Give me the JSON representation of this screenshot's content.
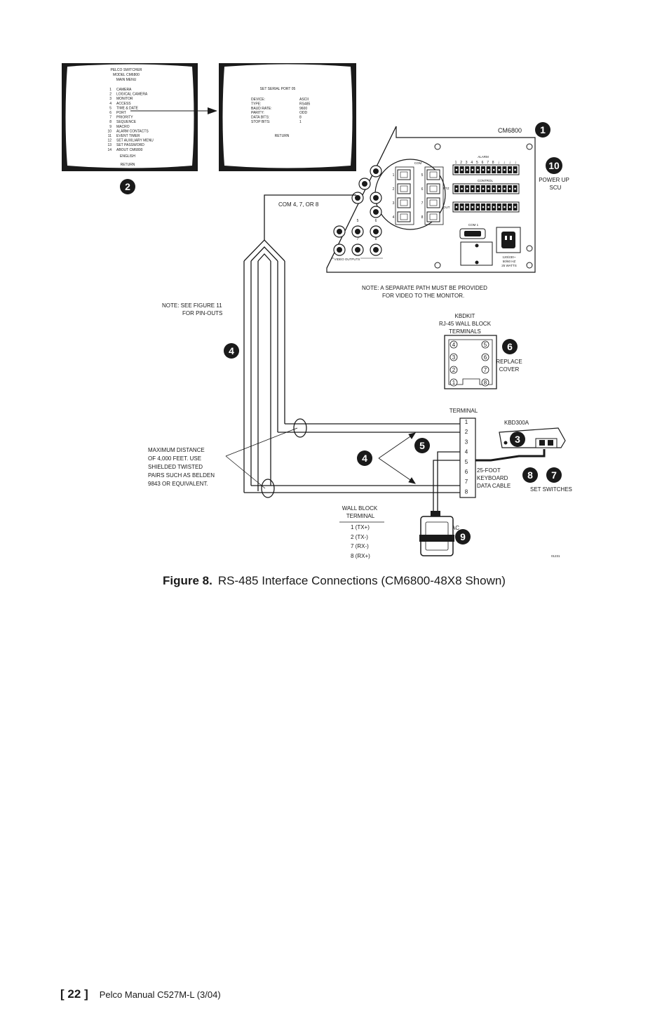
{
  "left_monitor": {
    "header": [
      "PELCO SWITCHER",
      "MODEL CM6800",
      "MAIN MENU"
    ],
    "items": [
      {
        "num": "1",
        "label": "CAMERA"
      },
      {
        "num": "2",
        "label": "LOGICAL CAMERA"
      },
      {
        "num": "3",
        "label": "MONITOR"
      },
      {
        "num": "4",
        "label": "ACCESS"
      },
      {
        "num": "5",
        "label": "TIME & DATE"
      },
      {
        "num": "6",
        "label": "PORT"
      },
      {
        "num": "7",
        "label": "PRIORITY"
      },
      {
        "num": "8",
        "label": "SEQUENCE"
      },
      {
        "num": "9",
        "label": "MACRO"
      },
      {
        "num": "10",
        "label": "ALARM CONTACTS"
      },
      {
        "num": "11",
        "label": "EVENT TIMER"
      },
      {
        "num": "12",
        "label": "SET AUXILIARY MENU"
      },
      {
        "num": "13",
        "label": "SET PASSWORD"
      },
      {
        "num": "14",
        "label": "ABOUT CM6800"
      }
    ],
    "footer": [
      "ENGLISH",
      "RETURN"
    ]
  },
  "right_monitor": {
    "title": "SET SERIAL PORT 05",
    "fields": [
      {
        "label": "DEVICE:",
        "value": "ASCII"
      },
      {
        "label": "TYPE:",
        "value": "RS485"
      },
      {
        "label": "BAUD RATE:",
        "value": "9600"
      },
      {
        "label": "PARITY:",
        "value": "ODD"
      },
      {
        "label": "DATA BITS:",
        "value": "8"
      },
      {
        "label": "STOP BITS:",
        "value": "1"
      }
    ],
    "footer": "RETURN"
  },
  "cm6800": {
    "name": "CM6800",
    "com_label": "COM",
    "com_left_nums": [
      "1",
      "2",
      "3",
      "4"
    ],
    "com_right_nums": [
      "5",
      "6",
      "7",
      "8"
    ],
    "alarm_label": "ALARM",
    "alarm_nums": [
      "1",
      "2",
      "3",
      "4",
      "5",
      "6",
      "7",
      "8"
    ],
    "control_label": "CONTROL",
    "ptz_label": "PTZ",
    "out_label": "OUT",
    "com1_label": "COM 1",
    "power_text": [
      "120/230~",
      "50/60 HZ",
      "25 WATTS"
    ],
    "video_outputs_label": "VIDEO OUTPUTS",
    "video_nums": [
      "5",
      "6",
      "7",
      "8"
    ]
  },
  "labels": {
    "com_port": "COM 4, 7, OR 8",
    "power_up": [
      "POWER UP",
      "SCU"
    ],
    "note_path": [
      "NOTE:  A SEPARATE PATH MUST BE PROVIDED",
      "FOR VIDEO TO THE MONITOR."
    ],
    "note_figure": [
      "NOTE:  SEE FIGURE 11",
      "FOR PIN-OUTS"
    ],
    "kbdkit": [
      "KBDKIT",
      "RJ-45 WALL BLOCK",
      "TERMINALS"
    ],
    "replace_cover": [
      "REPLACE",
      "COVER"
    ],
    "terminal": "TERMINAL",
    "kbd300a": "KBD300A",
    "max_distance": [
      "MAXIMUM DISTANCE",
      "OF 4,000 FEET. USE",
      "SHIELDED TWISTED",
      "PAIRS SUCH AS BELDEN",
      "9843 OR EQUIVALENT."
    ],
    "cable": [
      "25-FOOT",
      "KEYBOARD",
      "DATA CABLE"
    ],
    "set_switches": "SET SWITCHES",
    "vac": "12 VAC",
    "wall_block_title": [
      "WALL BLOCK",
      "TERMINAL"
    ],
    "wall_block_rows": [
      "1   (TX+)",
      "2   (TX-)",
      "7   (RX-)",
      "8   (RX+)"
    ],
    "drawing_number": "01231"
  },
  "wall_block_pins": [
    "4",
    "5",
    "3",
    "6",
    "2",
    "7",
    "1",
    "8"
  ],
  "terminal_nums": [
    "1",
    "2",
    "3",
    "4",
    "5",
    "6",
    "7",
    "8"
  ],
  "badges": {
    "b1": "1",
    "b2": "2",
    "b3": "3",
    "b4a": "4",
    "b4b": "4",
    "b5": "5",
    "b6": "6",
    "b7": "7",
    "b8": "8",
    "b9": "9",
    "b10": "10"
  },
  "caption": {
    "label": "Figure 8.",
    "text": "RS-485 Interface Connections (CM6800-48X8 Shown)"
  },
  "footer": {
    "bracket_open": "[",
    "page": "22",
    "bracket_close": "]",
    "manual": "Pelco Manual C527M-L (3/04)"
  },
  "colors": {
    "ink": "#1a1a1a",
    "badge": "#1a1a1a"
  }
}
